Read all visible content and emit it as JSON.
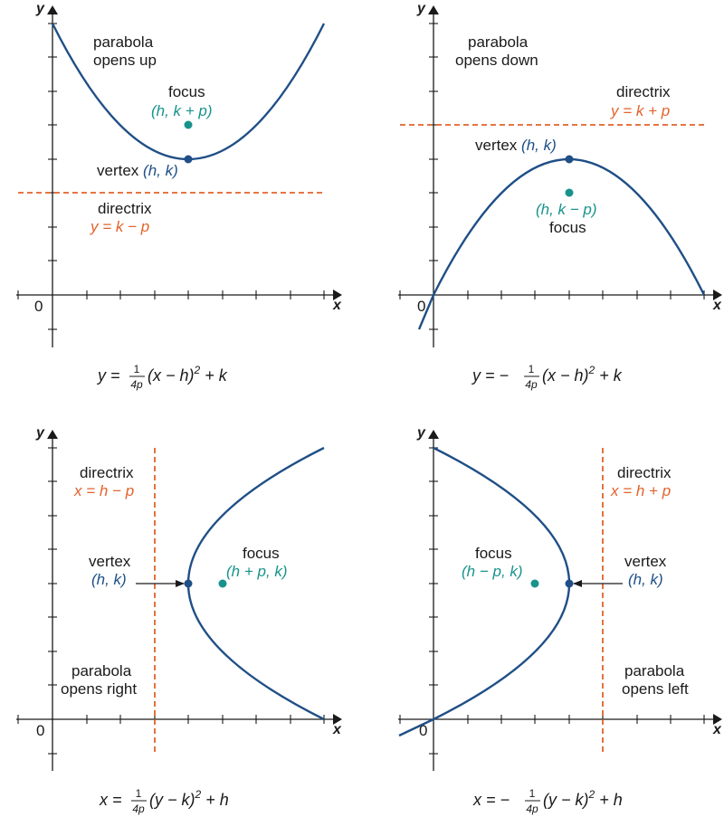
{
  "colors": {
    "curve": "#1f4f86",
    "focus": "#17938c",
    "directrix": "#e2622b",
    "axis": "#1a1a1a"
  },
  "axes": {
    "x_label": "x",
    "y_label": "y",
    "origin_label": "0"
  },
  "panels": {
    "up": {
      "title_line1": "parabola",
      "title_line2": "opens up",
      "focus_label": "focus",
      "focus_coord": "(h, k + p)",
      "vertex_word": "vertex",
      "vertex_coord": "(h, k)",
      "directrix_label": "directrix",
      "directrix_eq": "y = k − p",
      "eq_lhs": "y = ",
      "eq_num": "1",
      "eq_den": "4p",
      "eq_rhs": "(x − h)",
      "eq_exp": "2",
      "eq_tail": " + k"
    },
    "down": {
      "title_line1": "parabola",
      "title_line2": "opens down",
      "directrix_label": "directrix",
      "directrix_eq": "y = k + p",
      "vertex_word": "vertex",
      "vertex_coord": "(h, k)",
      "focus_coord": "(h, k − p)",
      "focus_label": "focus",
      "eq_lhs": "y = −",
      "eq_num": "1",
      "eq_den": "4p",
      "eq_rhs": "(x − h)",
      "eq_exp": "2",
      "eq_tail": " + k"
    },
    "right": {
      "directrix_label": "directrix",
      "directrix_eq": "x = h − p",
      "vertex_word": "vertex",
      "vertex_coord": "(h, k)",
      "focus_label": "focus",
      "focus_coord": "(h + p, k)",
      "title_line1": "parabola",
      "title_line2": "opens right",
      "eq_lhs": "x = ",
      "eq_num": "1",
      "eq_den": "4p",
      "eq_rhs": "(y − k)",
      "eq_exp": "2",
      "eq_tail": " + h"
    },
    "left": {
      "directrix_label": "directrix",
      "directrix_eq": "x = h + p",
      "vertex_word": "vertex",
      "vertex_coord": "(h, k)",
      "focus_label": "focus",
      "focus_coord": "(h − p, k)",
      "title_line1": "parabola",
      "title_line2": "opens left",
      "eq_lhs": "x = −",
      "eq_num": "1",
      "eq_den": "4p",
      "eq_rhs": "(y − k)",
      "eq_exp": "2",
      "eq_tail": " + h"
    }
  }
}
